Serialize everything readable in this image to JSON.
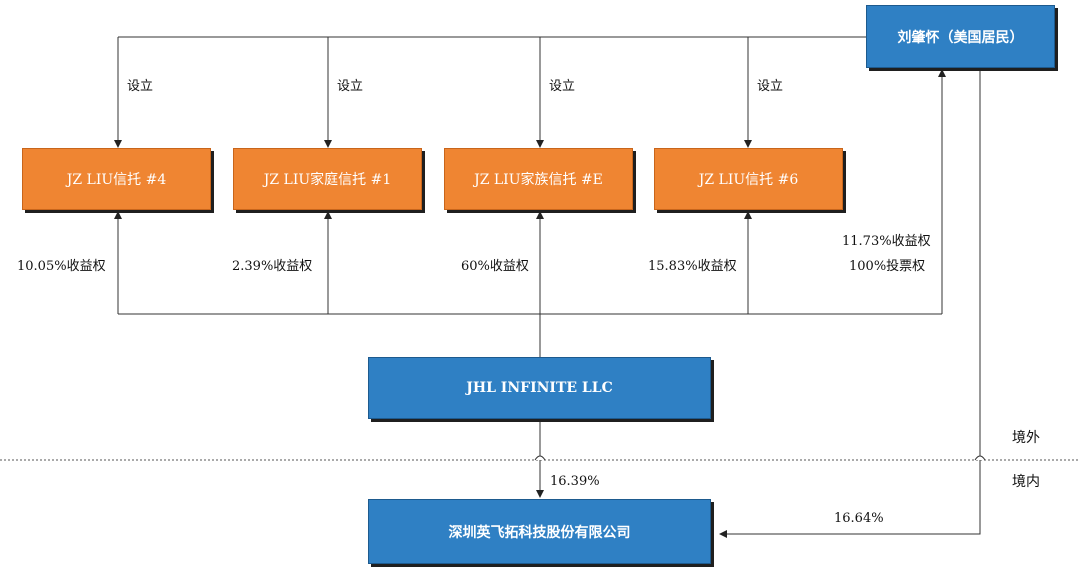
{
  "nodes": {
    "founder": "刘肇怀（美国居民）",
    "trust4": "JZ LIU信托 #4",
    "trust1": "JZ LIU家庭信托 #1",
    "trustE": "JZ LIU家族信托 #E",
    "trust6": "JZ LIU信托 #6",
    "jhl": "JHL INFINITE LLC",
    "company": "深圳英飞拓科技股份有限公司"
  },
  "edge_labels": {
    "establish": "设立",
    "trust4_benefit": "10.05%收益权",
    "trust1_benefit": "2.39%收益权",
    "trustE_benefit": "60%收益权",
    "trust6_benefit": "15.83%收益权",
    "founder_benefit": "11.73%收益权",
    "founder_voting": "100%投票权",
    "jhl_stake": "16.39%",
    "founder_stake": "16.64%"
  },
  "regions": {
    "offshore": "境外",
    "onshore": "境内"
  },
  "colors": {
    "blue": "#2f80c4",
    "orange": "#ef8532",
    "line": "#333333"
  }
}
